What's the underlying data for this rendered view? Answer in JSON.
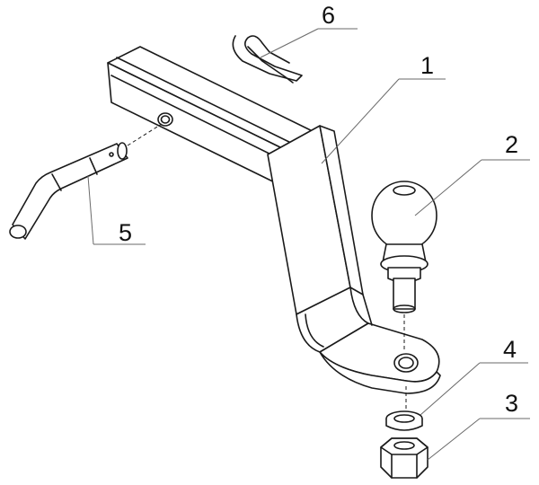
{
  "callouts": [
    {
      "id": "1",
      "label": "1"
    },
    {
      "id": "2",
      "label": "2"
    },
    {
      "id": "3",
      "label": "3"
    },
    {
      "id": "4",
      "label": "4"
    },
    {
      "id": "5",
      "label": "5"
    },
    {
      "id": "6",
      "label": "6"
    }
  ],
  "colors": {
    "line": "#1a1a1a",
    "leader": "#6a6a6a",
    "background": "#ffffff"
  }
}
